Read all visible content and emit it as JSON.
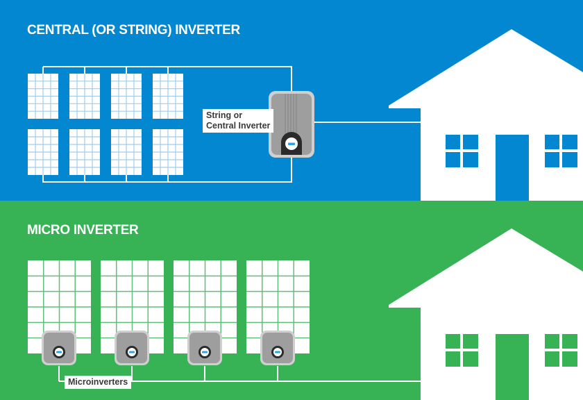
{
  "sections": {
    "central": {
      "title": "CENTRAL (OR STRING) INVERTER",
      "inverter_label_line1": "String or",
      "inverter_label_line2": "Central Inverter",
      "panel_count": 8,
      "background_color": "#0287d0"
    },
    "micro": {
      "title": "MICRO INVERTER",
      "inverter_label": "Microinverters",
      "panel_count": 4,
      "microinverter_count": 4,
      "background_color": "#37b254"
    }
  },
  "colors": {
    "blue": "#0287d0",
    "green": "#37b254",
    "white": "#ffffff",
    "inverter_gray": "#9e9e9e",
    "inverter_border": "#cfcfcf",
    "inverter_dark": "#2b2b2b",
    "indicator_blue": "#2ea3e6"
  },
  "icons": {
    "house": "house-icon",
    "solar_panel": "solar-panel-icon",
    "inverter": "inverter-icon",
    "microinverter": "microinverter-icon"
  }
}
